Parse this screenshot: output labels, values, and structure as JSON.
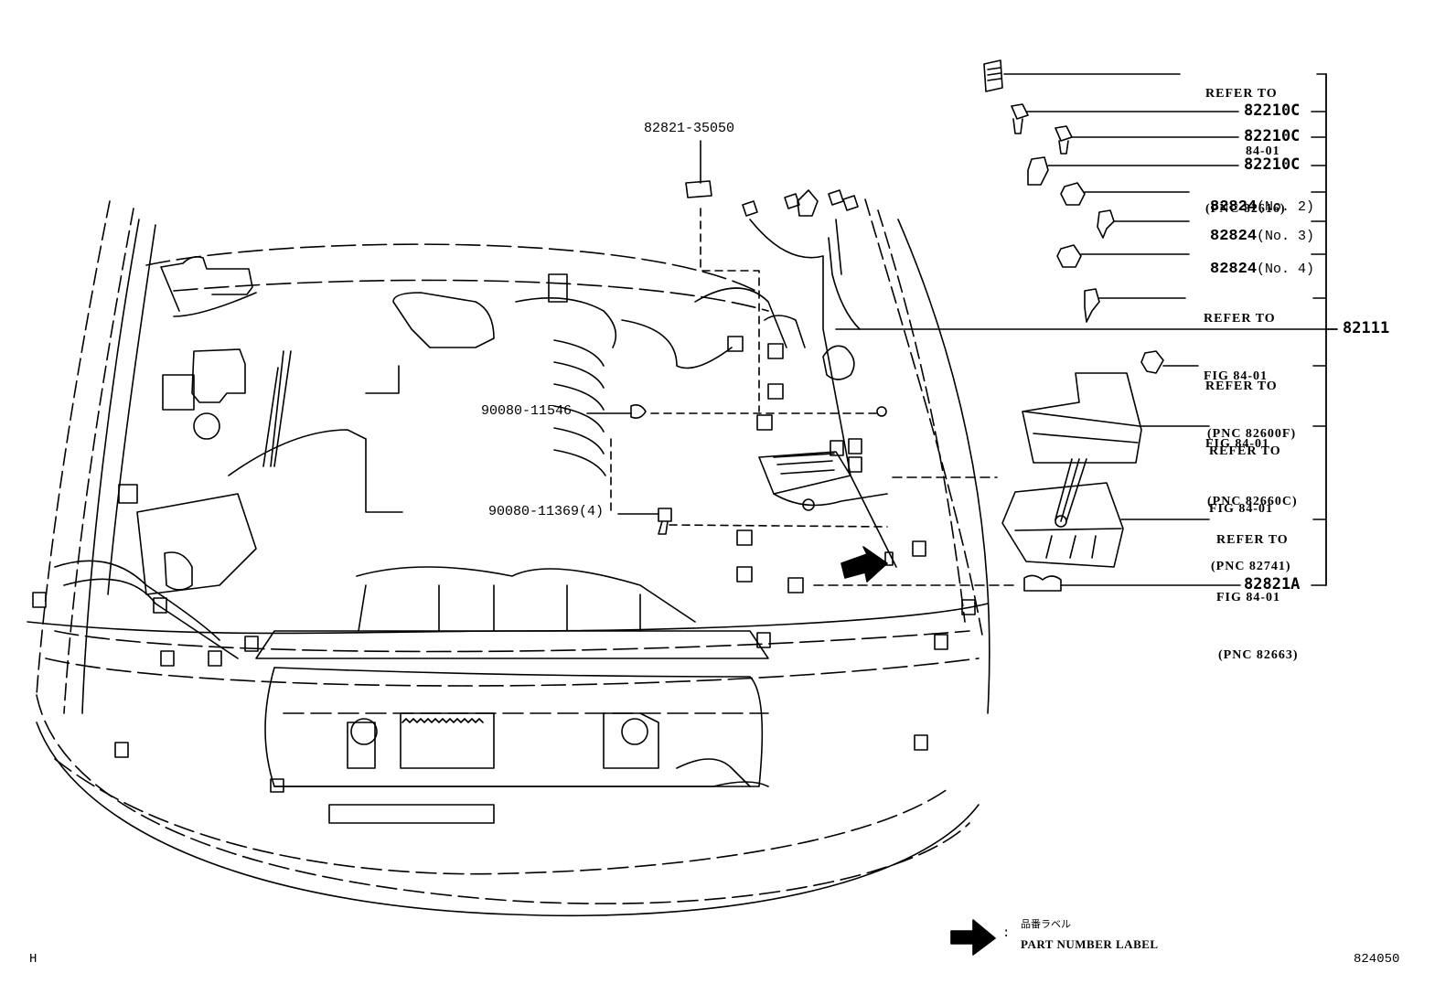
{
  "diagram": {
    "title_code": "824050",
    "corner_mark": "H",
    "callouts_right": [
      {
        "id": "refer-82616",
        "lines": [
          "REFER TO",
          "84-01",
          "(PNC 82616)"
        ]
      },
      {
        "id": "82210c-1",
        "text": "82210C"
      },
      {
        "id": "82210c-2",
        "text": "82210C"
      },
      {
        "id": "82210c-3",
        "text": "82210C"
      },
      {
        "id": "82824-no2",
        "text": "82824",
        "suffix": "(No. 2)"
      },
      {
        "id": "82824-no3",
        "text": "82824",
        "suffix": "(No. 3)"
      },
      {
        "id": "82824-no4",
        "text": "82824",
        "suffix": "(No. 4)"
      },
      {
        "id": "refer-82600f",
        "lines": [
          "REFER TO",
          "FIG 84-01",
          "(PNC 82600F)"
        ]
      },
      {
        "id": "refer-82660c",
        "lines": [
          "REFER TO",
          "FIG 84-01",
          "(PNC 82660C)"
        ]
      },
      {
        "id": "refer-82741",
        "lines": [
          "REFER TO",
          "FIG 84-01",
          "(PNC 82741)"
        ]
      },
      {
        "id": "refer-82663",
        "lines": [
          "REFER TO",
          "FIG 84-01",
          "(PNC 82663)"
        ]
      },
      {
        "id": "82821a",
        "text": "82821A"
      }
    ],
    "main_assembly": "82111",
    "callouts_center": [
      {
        "id": "82821-35050",
        "text": "82821-35050"
      },
      {
        "id": "90080-11546",
        "text": "90080-11546"
      },
      {
        "id": "90080-11369",
        "text": "90080-11369(4)"
      }
    ],
    "legend": {
      "symbol": "arrow-right",
      "separator": ":",
      "label_jp": "品番ラベル",
      "label_en": "PART NUMBER LABEL"
    }
  }
}
